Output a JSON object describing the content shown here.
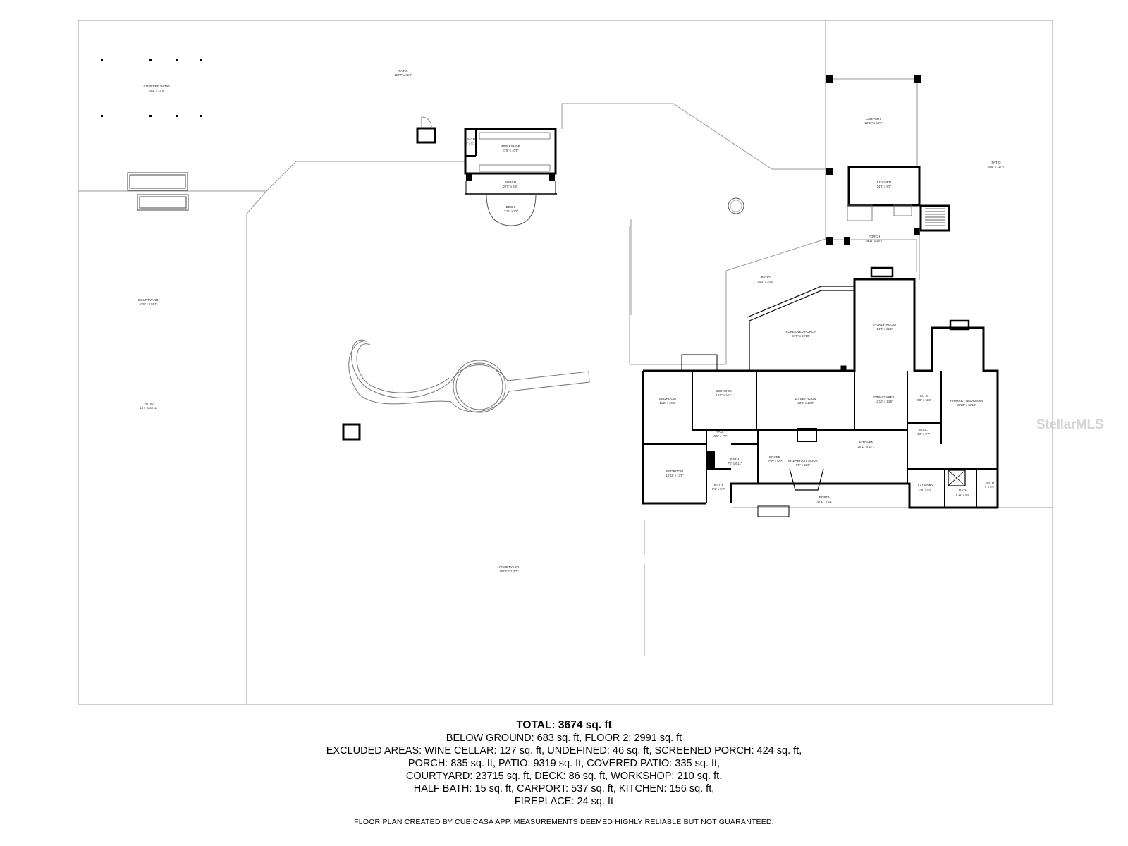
{
  "rooms": [
    {
      "id": "covered-patio",
      "name": "COVERED PATIO",
      "dims": "24'4\" x 13'9\""
    },
    {
      "id": "patio-top",
      "name": "PATIO",
      "dims": "160'7\" x 41'0\""
    },
    {
      "id": "workshop",
      "name": "WORKSHOP",
      "dims": "21'5\" x 10'6\""
    },
    {
      "id": "workshop-bath",
      "name": "BATH",
      "dims": "4' x 5'1\""
    },
    {
      "id": "workshop-porch",
      "name": "PORCH",
      "dims": "22'5\" x 4'8\""
    },
    {
      "id": "deck",
      "name": "DECK",
      "dims": "12'11\" x 7'8\""
    },
    {
      "id": "carport",
      "name": "CARPORT",
      "dims": "22'11\" x 23'4\""
    },
    {
      "id": "outdoor-kitchen",
      "name": "KITCHEN",
      "dims": "24'6\" x 8'8\""
    },
    {
      "id": "patio-right",
      "name": "PATIO",
      "dims": "34'6\" x 117'0\""
    },
    {
      "id": "porch-upper",
      "name": "PORCH",
      "dims": "29'11\" x 26'8\""
    },
    {
      "id": "patio-mid",
      "name": "PATIO",
      "dims": "24'3\" x 24'0\""
    },
    {
      "id": "courtyard-left",
      "name": "COURTYARD",
      "dims": "40'8\" x 124'3\""
    },
    {
      "id": "patio-left",
      "name": "PATIO",
      "dims": "13'4\" x 28'11\""
    },
    {
      "id": "screened-porch",
      "name": "SCREENED PORCH",
      "dims": "24'8\" x 19'10\""
    },
    {
      "id": "family-room",
      "name": "FAMILY ROOM",
      "dims": "14'3\" x 22'2\""
    },
    {
      "id": "bedroom-1",
      "name": "BEDROOM",
      "dims": "11'2\" x 13'8\""
    },
    {
      "id": "bedroom-2",
      "name": "BEDROOM",
      "dims": "15'5\" x 10'1\""
    },
    {
      "id": "living-room",
      "name": "LIVING ROOM",
      "dims": "23'5\" x 13'8\""
    },
    {
      "id": "dining-area",
      "name": "DINING AREA",
      "dims": "12'10\" x 14'5\""
    },
    {
      "id": "wic-1",
      "name": "W.I.C.",
      "dims": "9'8\" x 11'2\""
    },
    {
      "id": "primary-bedroom",
      "name": "PRIMARY BEDROOM",
      "dims": "20'10\" x 33'10\""
    },
    {
      "id": "wic-2",
      "name": "W.I.C.",
      "dims": "4'6\" x 6'7\""
    },
    {
      "id": "hall",
      "name": "HALL",
      "dims": "10'5\" x 7'0\""
    },
    {
      "id": "foyer",
      "name": "FOYER",
      "dims": "8'10\" x 9'6\""
    },
    {
      "id": "kitchen",
      "name": "KITCHEN",
      "dims": "20'11\" x 12'1\""
    },
    {
      "id": "bath-1",
      "name": "BATH",
      "dims": "7'0\" x 6'11\""
    },
    {
      "id": "breakfast-nook",
      "name": "BREAKFAST NOOK",
      "dims": "9'5\" x 11'2\""
    },
    {
      "id": "bedroom-3",
      "name": "BEDROOM",
      "dims": "14'11\" x 13'8\""
    },
    {
      "id": "bath-2",
      "name": "BATH",
      "dims": "5'1\" x 6'6\""
    },
    {
      "id": "laundry",
      "name": "LAUNDRY",
      "dims": "7'6\" x 6'8\""
    },
    {
      "id": "bath-3",
      "name": "BATH",
      "dims": "8'11\" x 8'8\""
    },
    {
      "id": "bath-4",
      "name": "BATH",
      "dims": "4' x 6'9\""
    },
    {
      "id": "porch-front",
      "name": "PORCH",
      "dims": "42'11\" x 6'1\""
    },
    {
      "id": "courtyard-main",
      "name": "COURTYARD",
      "dims": "194'9\" x 145'5\""
    }
  ],
  "summary": {
    "total": "TOTAL: 3674 sq. ft",
    "lines": [
      "BELOW GROUND: 683 sq. ft, FLOOR 2: 2991 sq. ft",
      "EXCLUDED AREAS: WINE CELLAR: 127 sq. ft, UNDEFINED: 46 sq. ft, SCREENED PORCH: 424 sq. ft,",
      "PORCH: 835 sq. ft, PATIO: 9319 sq. ft, COVERED PATIO: 335 sq. ft,",
      "COURTYARD: 23715 sq. ft, DECK: 86 sq. ft, WORKSHOP: 210 sq. ft,",
      "HALF BATH: 15 sq. ft, CARPORT: 537 sq. ft, KITCHEN: 156 sq. ft,",
      "FIREPLACE: 24 sq. ft"
    ]
  },
  "disclaimer": "FLOOR PLAN CREATED BY CUBICASA APP. MEASUREMENTS DEEMED HIGHLY RELIABLE BUT NOT GUARANTEED.",
  "watermark": "StellarMLS",
  "colors": {
    "wall": "#000000",
    "thin_line": "#9a9a9a",
    "watermark": "#d4d4d4"
  }
}
